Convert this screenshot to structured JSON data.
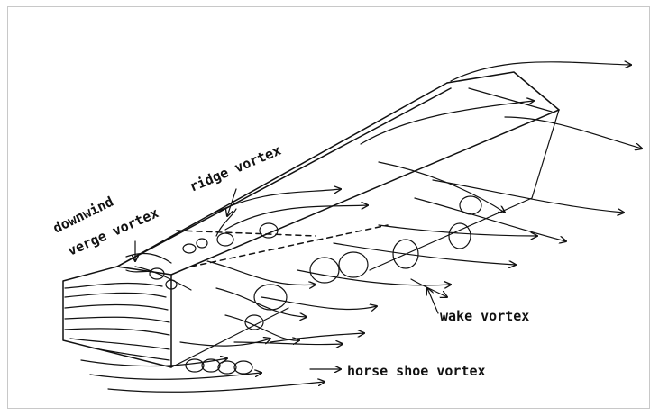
{
  "labels": {
    "downwind": "downwind",
    "verge_vortex": "verge vortex",
    "ridge_vortex": "ridge vortex",
    "wake_vortex": "wake vortex",
    "horse_shoe_vortex": "horse shoe vortex"
  },
  "colors": {
    "ink": "#111111",
    "frame": "#c8c8c8",
    "background": "#ffffff"
  }
}
